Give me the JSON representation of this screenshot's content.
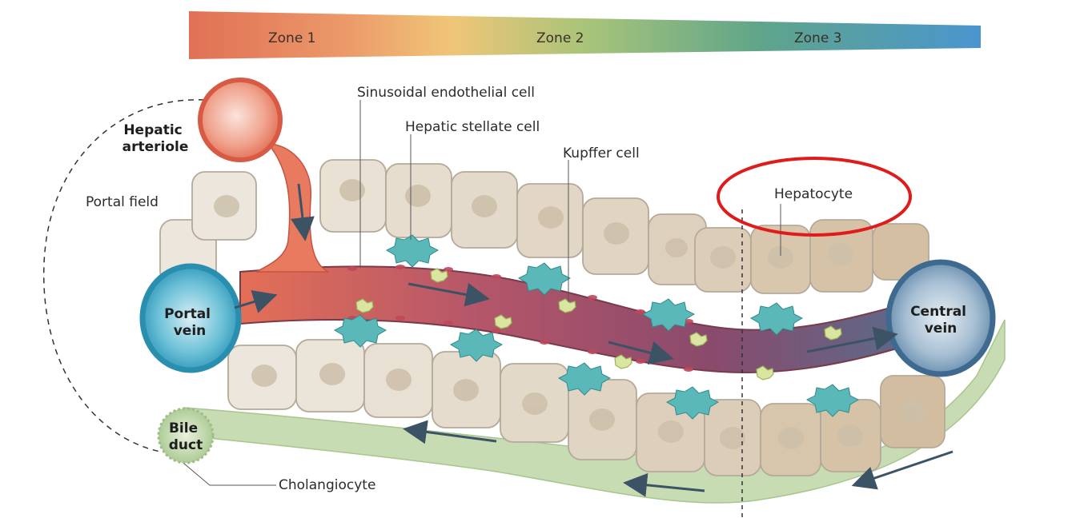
{
  "zones": [
    "Zone 1",
    "Zone 2",
    "Zone 3"
  ],
  "labels": {
    "sinusoidal_endothelial_cell": "Sinusoidal endothelial cell",
    "hepatic_stellate_cell": "Hepatic stellate cell",
    "kupffer_cell": "Kupffer cell",
    "hepatocyte": "Hepatocyte",
    "portal_field": "Portal field",
    "cholangiocyte": "Cholangiocyte"
  },
  "structures": {
    "hepatic_arteriole": [
      "Hepatic",
      "arteriole"
    ],
    "portal_vein": [
      "Portal",
      "vein"
    ],
    "central_vein": [
      "Central",
      "vein"
    ],
    "bile_duct": [
      "Bile",
      "duct"
    ]
  },
  "colors": {
    "zone1": "#e1765a",
    "zone2": "#9fc07a",
    "zone3": "#4a93c4",
    "hepatocyte_fill": "#ece5da",
    "highlight_circle": "#e01b1b",
    "bile_channel": "#bcd6a3"
  }
}
